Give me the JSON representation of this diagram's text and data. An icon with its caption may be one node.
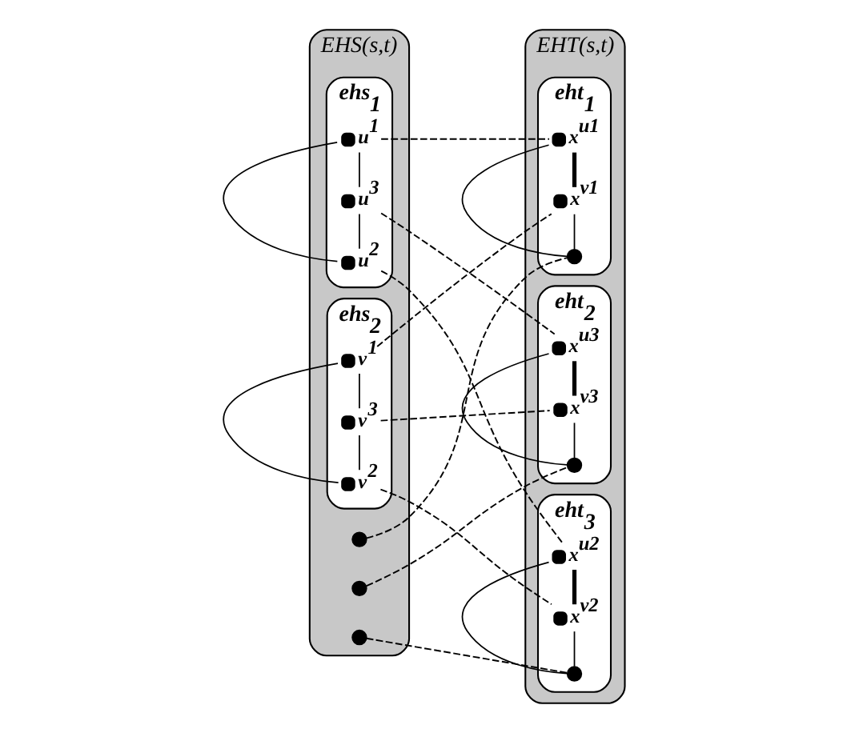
{
  "diagram": {
    "nodes": [
      {
        "text": [
          "EHS(s,t)"
        ]
      },
      {
        "text": [
          "ehs$_{1}$"
        ],
        "in": 0
      },
      {
        "text": [],
        "shape": "circle",
        "beside": [
          "u$^{1}$"
        ],
        "in": 1
      },
      {
        "text": [],
        "shape": "circle",
        "beside": [
          "u$^{2}$"
        ],
        "in": 1
      },
      {
        "text": [],
        "shape": "circle",
        "beside": [
          "u$^{3}$"
        ],
        "in": 1
      },
      {
        "text": [],
        "shape": "circle",
        "in": 0
      },
      {
        "text": [],
        "shape": "circle",
        "in": 0
      },
      {
        "text": [],
        "shape": "circle",
        "in": 0
      },
      {
        "text": [
          "ehs$_{2}$"
        ],
        "in": 0
      },
      {
        "text": [],
        "shape": "circle",
        "beside": [
          "v$^{3}$"
        ],
        "in": 8
      },
      {
        "text": [],
        "shape": "circle",
        "beside": [
          "v$^{1}$"
        ],
        "in": 8
      },
      {
        "text": [],
        "shape": "circle",
        "beside": [
          "v$^{2}$"
        ],
        "in": 8
      },
      {
        "text": [
          "EHT(s,t)"
        ]
      },
      {
        "text": [
          "eht$_{1}$"
        ],
        "in": 12
      },
      {
        "text": [],
        "shape": "circle",
        "in": 13
      },
      {
        "text": [],
        "shape": "circle",
        "beside": [
          "x$^{u1}$"
        ],
        "in": 13
      },
      {
        "text": [],
        "shape": "circle",
        "beside": [
          "x$^{v1}$"
        ],
        "in": 13
      },
      {
        "text": [
          "eht$_{2}$"
        ],
        "in": 12
      },
      {
        "text": [],
        "shape": "circle",
        "in": 17
      },
      {
        "text": [],
        "shape": "circle",
        "beside": [
          "x$^{u3}$"
        ],
        "in": 17
      },
      {
        "text": [],
        "shape": "circle",
        "beside": [
          "x$^{v3}$"
        ],
        "in": 17
      },
      {
        "text": [
          "eht$_{3}$"
        ],
        "in": 12
      },
      {
        "text": [],
        "shape": "circle",
        "beside": [
          "x$^{u2}$"
        ],
        "in": 21
      },
      {
        "text": [],
        "shape": "circle",
        "in": 21
      },
      {
        "text": [],
        "shape": "circle",
        "beside": [
          "x$^{v2}$"
        ],
        "in": 21
      }
    ],
    "edges": [
      {
        "from": 2,
        "to": 3,
        "arrow": "none"
      },
      {
        "from": 2,
        "to": 4,
        "arrow": "none"
      },
      {
        "from": 3,
        "to": 4,
        "arrow": "none"
      },
      {
        "from": 9,
        "to": 10,
        "arrow": "none"
      },
      {
        "from": 9,
        "to": 11,
        "arrow": "none"
      },
      {
        "from": 10,
        "to": 11,
        "arrow": "none"
      },
      {
        "from": 14,
        "to": 15,
        "arrow": "none"
      },
      {
        "from": 14,
        "to": 16,
        "arrow": "none"
      },
      {
        "from": 15,
        "to": 16,
        "arrow": "none",
        "style": "thick"
      },
      {
        "from": 18,
        "to": 19,
        "arrow": "none"
      },
      {
        "from": 18,
        "to": 20,
        "arrow": "none"
      },
      {
        "from": 19,
        "to": 20,
        "arrow": "none",
        "style": "thick"
      },
      {
        "from": 23,
        "to": 22,
        "arrow": "none"
      },
      {
        "from": 23,
        "to": 24,
        "arrow": "none"
      },
      {
        "from": 22,
        "to": 24,
        "arrow": "none",
        "style": "thick"
      },
      {
        "from": 2,
        "to": 15,
        "arrow": "none",
        "style": "dashed"
      },
      {
        "from": 3,
        "to": 22,
        "arrow": "none",
        "style": "dashed"
      },
      {
        "from": 4,
        "to": 19,
        "arrow": "none",
        "style": "dashed"
      },
      {
        "from": 5,
        "to": 14,
        "arrow": "none",
        "style": "dashed"
      },
      {
        "from": 6,
        "to": 18,
        "arrow": "none",
        "style": "dashed"
      },
      {
        "from": 7,
        "to": 23,
        "arrow": "none",
        "style": "dashed"
      },
      {
        "from": 9,
        "to": 20,
        "arrow": "none",
        "style": "dashed"
      },
      {
        "from": 11,
        "to": 24,
        "arrow": "none",
        "style": "dashed"
      },
      {
        "from": 10,
        "to": 16,
        "arrow": "none",
        "style": "dashed"
      }
    ]
  }
}
